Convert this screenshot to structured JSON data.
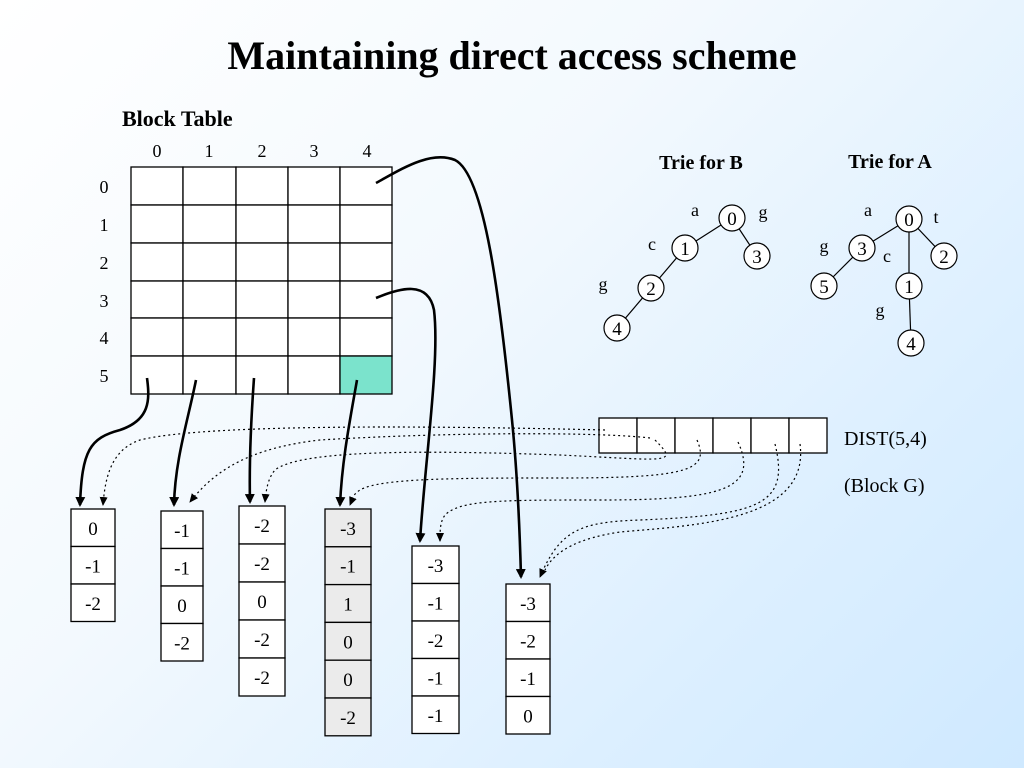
{
  "title": "Maintaining direct access scheme",
  "block_table": {
    "label": "Block Table",
    "col_headers": [
      "0",
      "1",
      "2",
      "3",
      "4"
    ],
    "row_headers": [
      "0",
      "1",
      "2",
      "3",
      "4",
      "5"
    ],
    "highlight": {
      "row": 5,
      "col": 4
    },
    "highlight_color": "#7be3cc"
  },
  "tries": {
    "b": {
      "label": "Trie for B",
      "nodes": [
        "0",
        "1",
        "3",
        "2",
        "4"
      ],
      "edges": [
        "a",
        "g",
        "c",
        "g"
      ]
    },
    "a": {
      "label": "Trie for A",
      "nodes": [
        "0",
        "3",
        "2",
        "1",
        "5",
        "4"
      ],
      "edges": [
        "a",
        "t",
        "g",
        "c",
        "g"
      ]
    }
  },
  "dist": {
    "label": "DIST(5,4)",
    "sublabel": "(Block G)",
    "cells": 6
  },
  "columns": [
    [
      "0",
      "-1",
      "-2"
    ],
    [
      "-1",
      "-1",
      "0",
      "-2"
    ],
    [
      "-2",
      "-2",
      "0",
      "-2",
      "-2"
    ],
    [
      "-3",
      "-1",
      "1",
      "0",
      "0",
      "-2"
    ],
    [
      "-3",
      "-1",
      "-2",
      "-1",
      "-1"
    ],
    [
      "-3",
      "-2",
      "-1",
      "0"
    ]
  ],
  "colors": {
    "shaded_column": "#ebebeb"
  }
}
